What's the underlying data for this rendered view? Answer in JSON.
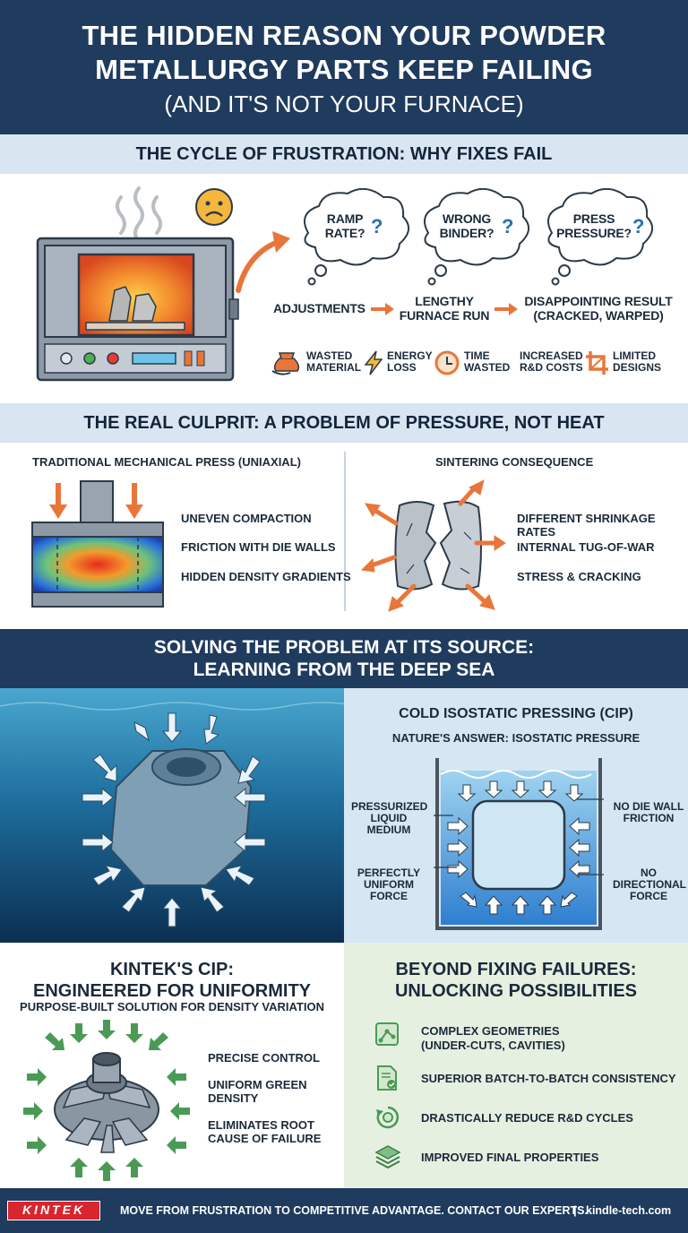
{
  "header": {
    "title_line1": "THE HIDDEN REASON YOUR POWDER",
    "title_line2": "METALLURGY PARTS KEEP FAILING",
    "subtitle": "(AND IT'S NOT YOUR FURNACE)"
  },
  "cycle": {
    "heading": "THE CYCLE OF FRUSTRATION: WHY FIXES FAIL",
    "thoughts": [
      {
        "line1": "RAMP",
        "line2": "RATE?"
      },
      {
        "line1": "WRONG",
        "line2": "BINDER?"
      },
      {
        "line1": "PRESS",
        "line2": "PRESSURE?"
      }
    ],
    "question_mark": "?",
    "flow": {
      "step1": "ADJUSTMENTS",
      "step2_line1": "LENGTHY",
      "step2_line2": "FURNACE RUN",
      "step3_line1": "DISAPPOINTING RESULT",
      "step3_line2": "(CRACKED, WARPED)"
    },
    "costs": [
      {
        "icon": "money-bag-icon",
        "line1": "WASTED",
        "line2": "MATERIAL"
      },
      {
        "icon": "lightning-icon",
        "line1": "ENERGY",
        "line2": "LOSS"
      },
      {
        "icon": "clock-icon",
        "line1": "TIME",
        "line2": "WASTED"
      },
      {
        "icon": "",
        "line1": "INCREASED",
        "line2": "R&D COSTS"
      },
      {
        "icon": "crop-icon",
        "line1": "LIMITED",
        "line2": "DESIGNS"
      }
    ]
  },
  "culprit": {
    "heading": "THE REAL CULPRIT: A PROBLEM OF PRESSURE, NOT HEAT",
    "left_title": "TRADITIONAL MECHANICAL PRESS (UNIAXIAL)",
    "left_items": [
      "UNEVEN COMPACTION",
      "FRICTION WITH DIE WALLS",
      "HIDDEN DENSITY GRADIENTS"
    ],
    "right_title": "SINTERING CONSEQUENCE",
    "right_items": [
      "DIFFERENT SHRINKAGE RATES",
      "INTERNAL TUG-OF-WAR",
      "STRESS & CRACKING"
    ]
  },
  "source": {
    "heading_line1": "SOLVING THE PROBLEM AT ITS SOURCE:",
    "heading_line2": "LEARNING FROM THE DEEP SEA",
    "cip_title": "COLD ISOSTATIC PRESSING (CIP)",
    "cip_subtitle": "NATURE'S ANSWER: ISOSTATIC PRESSURE",
    "labels": {
      "medium_l1": "PRESSURIZED",
      "medium_l2": "LIQUID",
      "medium_l3": "MEDIUM",
      "force_l1": "PERFECTLY",
      "force_l2": "UNIFORM",
      "force_l3": "FORCE",
      "friction_l1": "NO DIE WALL",
      "friction_l2": "FRICTION",
      "direction_l1": "NO",
      "direction_l2": "DIRECTIONAL",
      "direction_l3": "FORCE"
    }
  },
  "kintek": {
    "title_line1": "KINTEK'S CIP:",
    "title_line2": "ENGINEERED FOR UNIFORMITY",
    "subtitle": "PURPOSE-BUILT SOLUTION FOR DENSITY VARIATION",
    "items": [
      {
        "line1": "PRECISE CONTROL",
        "line2": ""
      },
      {
        "line1": "UNIFORM GREEN",
        "line2": "DENSITY"
      },
      {
        "line1": "ELIMINATES ROOT",
        "line2": "CAUSE OF FAILURE"
      }
    ]
  },
  "beyond": {
    "title_line1": "BEYOND FIXING FAILURES:",
    "title_line2": "UNLOCKING POSSIBILITIES",
    "items": [
      {
        "icon": "geometry-icon",
        "line1": "COMPLEX GEOMETRIES",
        "line2": "(UNDER-CUTS, CAVITIES)"
      },
      {
        "icon": "document-check-icon",
        "line1": "SUPERIOR BATCH-TO-BATCH CONSISTENCY",
        "line2": ""
      },
      {
        "icon": "cycle-gear-icon",
        "line1": "DRASTICALLY REDUCE R&D CYCLES",
        "line2": ""
      },
      {
        "icon": "layers-icon",
        "line1": "IMPROVED FINAL PROPERTIES",
        "line2": ""
      }
    ]
  },
  "footer": {
    "logo": "KINTEK",
    "text": "MOVE FROM FRUSTRATION TO COMPETITIVE ADVANTAGE. CONTACT OUR EXPERTS.",
    "separator": "|",
    "url": "kindle-tech.com"
  },
  "colors": {
    "navy": "#1f3b5e",
    "light_band": "#d9e6f2",
    "orange": "#e8763a",
    "green": "#4a9a55",
    "green_panel": "#e6f0e1"
  }
}
